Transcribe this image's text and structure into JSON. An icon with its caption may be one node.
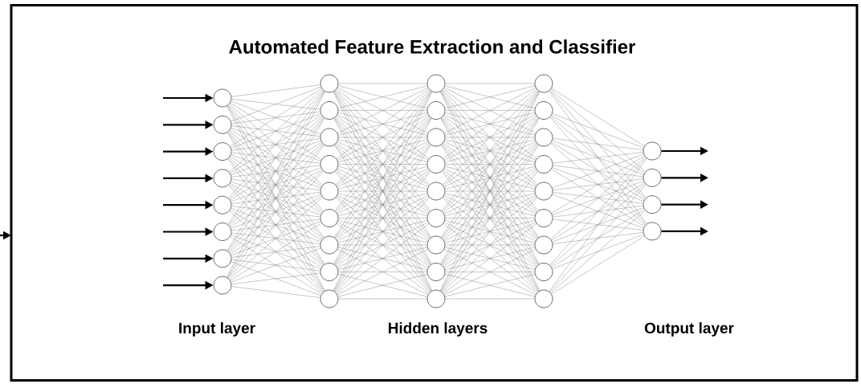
{
  "diagram": {
    "title": "Automated Feature Extraction and Classifier",
    "nodes": [
      {
        "text": [],
        "shape": "box"
      },
      {
        "text": [],
        "shape": "circle",
        "in": 0
      },
      {
        "text": [],
        "shape": "circle",
        "in": 0
      },
      {
        "text": [],
        "shape": "circle",
        "in": 0
      },
      {
        "text": [],
        "shape": "circle",
        "in": 0
      },
      {
        "text": [],
        "shape": "circle",
        "in": 0
      },
      {
        "text": [],
        "shape": "circle",
        "in": 0
      },
      {
        "text": [],
        "shape": "circle",
        "in": 0
      },
      {
        "text": [],
        "shape": "circle",
        "in": 0
      },
      {
        "text": [],
        "shape": "circle",
        "in": 0
      },
      {
        "text": [],
        "shape": "circle",
        "in": 0
      },
      {
        "text": [],
        "shape": "circle",
        "in": 0
      },
      {
        "text": [],
        "shape": "circle",
        "in": 0
      },
      {
        "text": [],
        "shape": "circle",
        "in": 0
      },
      {
        "text": [],
        "shape": "circle",
        "in": 0
      },
      {
        "text": [],
        "shape": "circle",
        "in": 0
      },
      {
        "text": [],
        "shape": "circle",
        "in": 0
      },
      {
        "text": [],
        "shape": "circle",
        "in": 0
      },
      {
        "text": [],
        "shape": "circle",
        "in": 0
      },
      {
        "text": [],
        "shape": "circle",
        "in": 0
      },
      {
        "text": [],
        "shape": "circle",
        "in": 0
      },
      {
        "text": [],
        "shape": "circle",
        "in": 0
      },
      {
        "text": [],
        "shape": "circle",
        "in": 0
      },
      {
        "text": [],
        "shape": "circle",
        "in": 0
      },
      {
        "text": [],
        "shape": "circle",
        "in": 0
      },
      {
        "text": [],
        "shape": "circle",
        "in": 0
      },
      {
        "text": [],
        "shape": "circle",
        "in": 0
      },
      {
        "text": [],
        "shape": "circle",
        "in": 0
      },
      {
        "text": [],
        "shape": "circle",
        "in": 0
      },
      {
        "text": [],
        "shape": "circle",
        "in": 0
      },
      {
        "text": [],
        "shape": "circle",
        "in": 0
      },
      {
        "text": [],
        "shape": "circle",
        "in": 0
      },
      {
        "text": [],
        "shape": "circle",
        "in": 0
      },
      {
        "text": [],
        "shape": "circle",
        "in": 0
      },
      {
        "text": [],
        "shape": "circle",
        "in": 0
      },
      {
        "text": [],
        "shape": "circle",
        "in": 0
      },
      {
        "text": [],
        "shape": "circle",
        "in": 0
      },
      {
        "text": [],
        "shape": "circle",
        "in": 0
      },
      {
        "text": [],
        "shape": "circle",
        "in": 0
      },
      {
        "text": [],
        "shape": "circle",
        "in": 0
      }
    ],
    "edges": [
      {
        "from": null,
        "to": 0,
        "arrow": "to",
        "style": "thick",
        "color": "#000000"
      },
      {
        "from": null,
        "to": 1,
        "arrow": "to",
        "style": "thick",
        "color": "#000000"
      },
      {
        "from": null,
        "to": 2,
        "arrow": "to",
        "style": "thick",
        "color": "#000000"
      },
      {
        "from": null,
        "to": 3,
        "arrow": "to",
        "style": "thick",
        "color": "#000000"
      },
      {
        "from": null,
        "to": 4,
        "arrow": "to",
        "style": "thick",
        "color": "#000000"
      },
      {
        "from": null,
        "to": 5,
        "arrow": "to",
        "style": "thick",
        "color": "#000000"
      },
      {
        "from": null,
        "to": 6,
        "arrow": "to",
        "style": "thick",
        "color": "#000000"
      },
      {
        "from": null,
        "to": 7,
        "arrow": "to",
        "style": "thick",
        "color": "#000000"
      },
      {
        "from": null,
        "to": 8,
        "arrow": "to",
        "style": "thick",
        "color": "#000000"
      },
      {
        "from": 1,
        "to": 9,
        "arrow": "none"
      },
      {
        "from": 1,
        "to": 10,
        "arrow": "none"
      },
      {
        "from": 1,
        "to": 11,
        "arrow": "none"
      },
      {
        "from": 1,
        "to": 12,
        "arrow": "none"
      },
      {
        "from": 1,
        "to": 13,
        "arrow": "none"
      },
      {
        "from": 1,
        "to": 14,
        "arrow": "none"
      },
      {
        "from": 1,
        "to": 15,
        "arrow": "none"
      },
      {
        "from": 1,
        "to": 16,
        "arrow": "none"
      },
      {
        "from": 1,
        "to": 17,
        "arrow": "none"
      },
      {
        "from": 2,
        "to": 9,
        "arrow": "none"
      },
      {
        "from": 2,
        "to": 10,
        "arrow": "none"
      },
      {
        "from": 2,
        "to": 11,
        "arrow": "none"
      },
      {
        "from": 2,
        "to": 12,
        "arrow": "none"
      },
      {
        "from": 2,
        "to": 13,
        "arrow": "none"
      },
      {
        "from": 2,
        "to": 14,
        "arrow": "none"
      },
      {
        "from": 2,
        "to": 15,
        "arrow": "none"
      },
      {
        "from": 2,
        "to": 16,
        "arrow": "none"
      },
      {
        "from": 2,
        "to": 17,
        "arrow": "none"
      },
      {
        "from": 3,
        "to": 9,
        "arrow": "none"
      },
      {
        "from": 3,
        "to": 10,
        "arrow": "none"
      },
      {
        "from": 3,
        "to": 11,
        "arrow": "none"
      },
      {
        "from": 3,
        "to": 12,
        "arrow": "none"
      },
      {
        "from": 3,
        "to": 13,
        "arrow": "none"
      },
      {
        "from": 3,
        "to": 14,
        "arrow": "none"
      },
      {
        "from": 3,
        "to": 15,
        "arrow": "none"
      },
      {
        "from": 3,
        "to": 16,
        "arrow": "none"
      },
      {
        "from": 3,
        "to": 17,
        "arrow": "none"
      },
      {
        "from": 4,
        "to": 9,
        "arrow": "none"
      },
      {
        "from": 4,
        "to": 10,
        "arrow": "none"
      },
      {
        "from": 4,
        "to": 11,
        "arrow": "none"
      },
      {
        "from": 4,
        "to": 12,
        "arrow": "none"
      },
      {
        "from": 4,
        "to": 13,
        "arrow": "none"
      },
      {
        "from": 4,
        "to": 14,
        "arrow": "none"
      },
      {
        "from": 4,
        "to": 15,
        "arrow": "none"
      },
      {
        "from": 4,
        "to": 16,
        "arrow": "none"
      },
      {
        "from": 4,
        "to": 17,
        "arrow": "none"
      },
      {
        "from": 5,
        "to": 9,
        "arrow": "none"
      },
      {
        "from": 5,
        "to": 10,
        "arrow": "none"
      },
      {
        "from": 5,
        "to": 11,
        "arrow": "none"
      },
      {
        "from": 5,
        "to": 12,
        "arrow": "none"
      },
      {
        "from": 5,
        "to": 13,
        "arrow": "none"
      },
      {
        "from": 5,
        "to": 14,
        "arrow": "none"
      },
      {
        "from": 5,
        "to": 15,
        "arrow": "none"
      },
      {
        "from": 5,
        "to": 16,
        "arrow": "none"
      },
      {
        "from": 5,
        "to": 17,
        "arrow": "none"
      },
      {
        "from": 6,
        "to": 9,
        "arrow": "none"
      },
      {
        "from": 6,
        "to": 10,
        "arrow": "none"
      },
      {
        "from": 6,
        "to": 11,
        "arrow": "none"
      },
      {
        "from": 6,
        "to": 12,
        "arrow": "none"
      },
      {
        "from": 6,
        "to": 13,
        "arrow": "none"
      },
      {
        "from": 6,
        "to": 14,
        "arrow": "none"
      },
      {
        "from": 6,
        "to": 15,
        "arrow": "none"
      },
      {
        "from": 6,
        "to": 16,
        "arrow": "none"
      },
      {
        "from": 6,
        "to": 17,
        "arrow": "none"
      },
      {
        "from": 7,
        "to": 9,
        "arrow": "none"
      },
      {
        "from": 7,
        "to": 10,
        "arrow": "none"
      },
      {
        "from": 7,
        "to": 11,
        "arrow": "none"
      },
      {
        "from": 7,
        "to": 12,
        "arrow": "none"
      },
      {
        "from": 7,
        "to": 13,
        "arrow": "none"
      },
      {
        "from": 7,
        "to": 14,
        "arrow": "none"
      },
      {
        "from": 7,
        "to": 15,
        "arrow": "none"
      },
      {
        "from": 7,
        "to": 16,
        "arrow": "none"
      },
      {
        "from": 7,
        "to": 17,
        "arrow": "none"
      },
      {
        "from": 8,
        "to": 9,
        "arrow": "none"
      },
      {
        "from": 8,
        "to": 10,
        "arrow": "none"
      },
      {
        "from": 8,
        "to": 11,
        "arrow": "none"
      },
      {
        "from": 8,
        "to": 12,
        "arrow": "none"
      },
      {
        "from": 8,
        "to": 13,
        "arrow": "none"
      },
      {
        "from": 8,
        "to": 14,
        "arrow": "none"
      },
      {
        "from": 8,
        "to": 15,
        "arrow": "none"
      },
      {
        "from": 8,
        "to": 16,
        "arrow": "none"
      },
      {
        "from": 8,
        "to": 17,
        "arrow": "none"
      },
      {
        "from": 9,
        "to": 18,
        "arrow": "none"
      },
      {
        "from": 9,
        "to": 19,
        "arrow": "none"
      },
      {
        "from": 9,
        "to": 20,
        "arrow": "none"
      },
      {
        "from": 9,
        "to": 21,
        "arrow": "none"
      },
      {
        "from": 9,
        "to": 22,
        "arrow": "none"
      },
      {
        "from": 9,
        "to": 23,
        "arrow": "none"
      },
      {
        "from": 9,
        "to": 24,
        "arrow": "none"
      },
      {
        "from": 9,
        "to": 25,
        "arrow": "none"
      },
      {
        "from": 9,
        "to": 26,
        "arrow": "none"
      },
      {
        "from": 10,
        "to": 18,
        "arrow": "none"
      },
      {
        "from": 10,
        "to": 19,
        "arrow": "none"
      },
      {
        "from": 10,
        "to": 20,
        "arrow": "none"
      },
      {
        "from": 10,
        "to": 21,
        "arrow": "none"
      },
      {
        "from": 10,
        "to": 22,
        "arrow": "none"
      },
      {
        "from": 10,
        "to": 23,
        "arrow": "none"
      },
      {
        "from": 10,
        "to": 24,
        "arrow": "none"
      },
      {
        "from": 10,
        "to": 25,
        "arrow": "none"
      },
      {
        "from": 10,
        "to": 26,
        "arrow": "none"
      },
      {
        "from": 11,
        "to": 18,
        "arrow": "none"
      },
      {
        "from": 11,
        "to": 19,
        "arrow": "none"
      },
      {
        "from": 11,
        "to": 20,
        "arrow": "none"
      },
      {
        "from": 11,
        "to": 21,
        "arrow": "none"
      },
      {
        "from": 11,
        "to": 22,
        "arrow": "none"
      },
      {
        "from": 11,
        "to": 23,
        "arrow": "none"
      },
      {
        "from": 11,
        "to": 24,
        "arrow": "none"
      },
      {
        "from": 11,
        "to": 25,
        "arrow": "none"
      },
      {
        "from": 11,
        "to": 26,
        "arrow": "none"
      },
      {
        "from": 12,
        "to": 18,
        "arrow": "none"
      },
      {
        "from": 12,
        "to": 19,
        "arrow": "none"
      },
      {
        "from": 12,
        "to": 20,
        "arrow": "none"
      },
      {
        "from": 12,
        "to": 21,
        "arrow": "none"
      },
      {
        "from": 12,
        "to": 22,
        "arrow": "none"
      },
      {
        "from": 12,
        "to": 23,
        "arrow": "none"
      },
      {
        "from": 12,
        "to": 24,
        "arrow": "none"
      },
      {
        "from": 12,
        "to": 25,
        "arrow": "none"
      },
      {
        "from": 12,
        "to": 26,
        "arrow": "none"
      },
      {
        "from": 13,
        "to": 18,
        "arrow": "none"
      },
      {
        "from": 13,
        "to": 19,
        "arrow": "none"
      },
      {
        "from": 13,
        "to": 20,
        "arrow": "none"
      },
      {
        "from": 13,
        "to": 21,
        "arrow": "none"
      },
      {
        "from": 13,
        "to": 22,
        "arrow": "none"
      },
      {
        "from": 13,
        "to": 23,
        "arrow": "none"
      },
      {
        "from": 13,
        "to": 24,
        "arrow": "none"
      },
      {
        "from": 13,
        "to": 25,
        "arrow": "none"
      },
      {
        "from": 13,
        "to": 26,
        "arrow": "none"
      },
      {
        "from": 14,
        "to": 18,
        "arrow": "none"
      },
      {
        "from": 14,
        "to": 19,
        "arrow": "none"
      },
      {
        "from": 14,
        "to": 20,
        "arrow": "none"
      },
      {
        "from": 14,
        "to": 21,
        "arrow": "none"
      },
      {
        "from": 14,
        "to": 22,
        "arrow": "none"
      },
      {
        "from": 14,
        "to": 23,
        "arrow": "none"
      },
      {
        "from": 14,
        "to": 24,
        "arrow": "none"
      },
      {
        "from": 14,
        "to": 25,
        "arrow": "none"
      },
      {
        "from": 14,
        "to": 26,
        "arrow": "none"
      },
      {
        "from": 15,
        "to": 18,
        "arrow": "none"
      },
      {
        "from": 15,
        "to": 19,
        "arrow": "none"
      },
      {
        "from": 15,
        "to": 20,
        "arrow": "none"
      },
      {
        "from": 15,
        "to": 21,
        "arrow": "none"
      },
      {
        "from": 15,
        "to": 22,
        "arrow": "none"
      },
      {
        "from": 15,
        "to": 23,
        "arrow": "none"
      },
      {
        "from": 15,
        "to": 24,
        "arrow": "none"
      },
      {
        "from": 15,
        "to": 25,
        "arrow": "none"
      },
      {
        "from": 15,
        "to": 26,
        "arrow": "none"
      },
      {
        "from": 16,
        "to": 18,
        "arrow": "none"
      },
      {
        "from": 16,
        "to": 19,
        "arrow": "none"
      },
      {
        "from": 16,
        "to": 20,
        "arrow": "none"
      },
      {
        "from": 16,
        "to": 21,
        "arrow": "none"
      },
      {
        "from": 16,
        "to": 22,
        "arrow": "none"
      },
      {
        "from": 16,
        "to": 23,
        "arrow": "none"
      },
      {
        "from": 16,
        "to": 24,
        "arrow": "none"
      },
      {
        "from": 16,
        "to": 25,
        "arrow": "none"
      },
      {
        "from": 16,
        "to": 26,
        "arrow": "none"
      },
      {
        "from": 17,
        "to": 18,
        "arrow": "none"
      },
      {
        "from": 17,
        "to": 19,
        "arrow": "none"
      },
      {
        "from": 17,
        "to": 20,
        "arrow": "none"
      },
      {
        "from": 17,
        "to": 21,
        "arrow": "none"
      },
      {
        "from": 17,
        "to": 22,
        "arrow": "none"
      },
      {
        "from": 17,
        "to": 23,
        "arrow": "none"
      },
      {
        "from": 17,
        "to": 24,
        "arrow": "none"
      },
      {
        "from": 17,
        "to": 25,
        "arrow": "none"
      },
      {
        "from": 17,
        "to": 26,
        "arrow": "none"
      },
      {
        "from": 18,
        "to": 27,
        "arrow": "none"
      },
      {
        "from": 18,
        "to": 28,
        "arrow": "none"
      },
      {
        "from": 18,
        "to": 29,
        "arrow": "none"
      },
      {
        "from": 18,
        "to": 30,
        "arrow": "none"
      },
      {
        "from": 18,
        "to": 31,
        "arrow": "none"
      },
      {
        "from": 18,
        "to": 32,
        "arrow": "none"
      },
      {
        "from": 18,
        "to": 33,
        "arrow": "none"
      },
      {
        "from": 18,
        "to": 34,
        "arrow": "none"
      },
      {
        "from": 18,
        "to": 35,
        "arrow": "none"
      },
      {
        "from": 19,
        "to": 27,
        "arrow": "none"
      },
      {
        "from": 19,
        "to": 28,
        "arrow": "none"
      },
      {
        "from": 19,
        "to": 29,
        "arrow": "none"
      },
      {
        "from": 19,
        "to": 30,
        "arrow": "none"
      },
      {
        "from": 19,
        "to": 31,
        "arrow": "none"
      },
      {
        "from": 19,
        "to": 32,
        "arrow": "none"
      },
      {
        "from": 19,
        "to": 33,
        "arrow": "none"
      },
      {
        "from": 19,
        "to": 34,
        "arrow": "none"
      },
      {
        "from": 19,
        "to": 35,
        "arrow": "none"
      },
      {
        "from": 20,
        "to": 27,
        "arrow": "none"
      },
      {
        "from": 20,
        "to": 28,
        "arrow": "none"
      },
      {
        "from": 20,
        "to": 29,
        "arrow": "none"
      },
      {
        "from": 20,
        "to": 30,
        "arrow": "none"
      },
      {
        "from": 20,
        "to": 31,
        "arrow": "none"
      },
      {
        "from": 20,
        "to": 32,
        "arrow": "none"
      },
      {
        "from": 20,
        "to": 33,
        "arrow": "none"
      },
      {
        "from": 20,
        "to": 34,
        "arrow": "none"
      },
      {
        "from": 20,
        "to": 35,
        "arrow": "none"
      },
      {
        "from": 21,
        "to": 27,
        "arrow": "none"
      },
      {
        "from": 21,
        "to": 28,
        "arrow": "none"
      },
      {
        "from": 21,
        "to": 29,
        "arrow": "none"
      },
      {
        "from": 21,
        "to": 30,
        "arrow": "none"
      },
      {
        "from": 21,
        "to": 31,
        "arrow": "none"
      },
      {
        "from": 21,
        "to": 32,
        "arrow": "none"
      },
      {
        "from": 21,
        "to": 33,
        "arrow": "none"
      },
      {
        "from": 21,
        "to": 34,
        "arrow": "none"
      },
      {
        "from": 21,
        "to": 35,
        "arrow": "none"
      },
      {
        "from": 22,
        "to": 27,
        "arrow": "none"
      },
      {
        "from": 22,
        "to": 28,
        "arrow": "none"
      },
      {
        "from": 22,
        "to": 29,
        "arrow": "none"
      },
      {
        "from": 22,
        "to": 30,
        "arrow": "none"
      },
      {
        "from": 22,
        "to": 31,
        "arrow": "none"
      },
      {
        "from": 22,
        "to": 32,
        "arrow": "none"
      },
      {
        "from": 22,
        "to": 33,
        "arrow": "none"
      },
      {
        "from": 22,
        "to": 34,
        "arrow": "none"
      },
      {
        "from": 22,
        "to": 35,
        "arrow": "none"
      },
      {
        "from": 23,
        "to": 27,
        "arrow": "none"
      },
      {
        "from": 23,
        "to": 28,
        "arrow": "none"
      },
      {
        "from": 23,
        "to": 29,
        "arrow": "none"
      },
      {
        "from": 23,
        "to": 30,
        "arrow": "none"
      },
      {
        "from": 23,
        "to": 31,
        "arrow": "none"
      },
      {
        "from": 23,
        "to": 32,
        "arrow": "none"
      },
      {
        "from": 23,
        "to": 33,
        "arrow": "none"
      },
      {
        "from": 23,
        "to": 34,
        "arrow": "none"
      },
      {
        "from": 23,
        "to": 35,
        "arrow": "none"
      },
      {
        "from": 24,
        "to": 27,
        "arrow": "none"
      },
      {
        "from": 24,
        "to": 28,
        "arrow": "none"
      },
      {
        "from": 24,
        "to": 29,
        "arrow": "none"
      },
      {
        "from": 24,
        "to": 30,
        "arrow": "none"
      },
      {
        "from": 24,
        "to": 31,
        "arrow": "none"
      },
      {
        "from": 24,
        "to": 32,
        "arrow": "none"
      },
      {
        "from": 24,
        "to": 33,
        "arrow": "none"
      },
      {
        "from": 24,
        "to": 34,
        "arrow": "none"
      },
      {
        "from": 24,
        "to": 35,
        "arrow": "none"
      },
      {
        "from": 25,
        "to": 27,
        "arrow": "none"
      },
      {
        "from": 25,
        "to": 28,
        "arrow": "none"
      },
      {
        "from": 25,
        "to": 29,
        "arrow": "none"
      },
      {
        "from": 25,
        "to": 30,
        "arrow": "none"
      },
      {
        "from": 25,
        "to": 31,
        "arrow": "none"
      },
      {
        "from": 25,
        "to": 32,
        "arrow": "none"
      },
      {
        "from": 25,
        "to": 33,
        "arrow": "none"
      },
      {
        "from": 25,
        "to": 34,
        "arrow": "none"
      },
      {
        "from": 25,
        "to": 35,
        "arrow": "none"
      },
      {
        "from": 26,
        "to": 27,
        "arrow": "none"
      },
      {
        "from": 26,
        "to": 28,
        "arrow": "none"
      },
      {
        "from": 26,
        "to": 29,
        "arrow": "none"
      },
      {
        "from": 26,
        "to": 30,
        "arrow": "none"
      },
      {
        "from": 26,
        "to": 31,
        "arrow": "none"
      },
      {
        "from": 26,
        "to": 32,
        "arrow": "none"
      },
      {
        "from": 26,
        "to": 33,
        "arrow": "none"
      },
      {
        "from": 26,
        "to": 34,
        "arrow": "none"
      },
      {
        "from": 26,
        "to": 35,
        "arrow": "none"
      },
      {
        "from": 27,
        "to": 36,
        "arrow": "none"
      },
      {
        "from": 27,
        "to": 37,
        "arrow": "none"
      },
      {
        "from": 27,
        "to": 38,
        "arrow": "none"
      },
      {
        "from": 27,
        "to": 39,
        "arrow": "none"
      },
      {
        "from": 28,
        "to": 36,
        "arrow": "none"
      },
      {
        "from": 28,
        "to": 37,
        "arrow": "none"
      },
      {
        "from": 28,
        "to": 38,
        "arrow": "none"
      },
      {
        "from": 28,
        "to": 39,
        "arrow": "none"
      },
      {
        "from": 29,
        "to": 36,
        "arrow": "none"
      },
      {
        "from": 29,
        "to": 37,
        "arrow": "none"
      },
      {
        "from": 29,
        "to": 38,
        "arrow": "none"
      },
      {
        "from": 29,
        "to": 39,
        "arrow": "none"
      },
      {
        "from": 30,
        "to": 36,
        "arrow": "none"
      },
      {
        "from": 30,
        "to": 37,
        "arrow": "none"
      },
      {
        "from": 30,
        "to": 38,
        "arrow": "none"
      },
      {
        "from": 30,
        "to": 39,
        "arrow": "none"
      },
      {
        "from": 31,
        "to": 36,
        "arrow": "none"
      },
      {
        "from": 31,
        "to": 37,
        "arrow": "none"
      },
      {
        "from": 31,
        "to": 38,
        "arrow": "none"
      },
      {
        "from": 31,
        "to": 39,
        "arrow": "none"
      },
      {
        "from": 32,
        "to": 36,
        "arrow": "none"
      },
      {
        "from": 32,
        "to": 37,
        "arrow": "none"
      },
      {
        "from": 32,
        "to": 38,
        "arrow": "none"
      },
      {
        "from": 32,
        "to": 39,
        "arrow": "none"
      },
      {
        "from": 33,
        "to": 36,
        "arrow": "none"
      },
      {
        "from": 33,
        "to": 37,
        "arrow": "none"
      },
      {
        "from": 33,
        "to": 38,
        "arrow": "none"
      },
      {
        "from": 33,
        "to": 39,
        "arrow": "none"
      },
      {
        "from": 34,
        "to": 36,
        "arrow": "none"
      },
      {
        "from": 34,
        "to": 37,
        "arrow": "none"
      },
      {
        "from": 34,
        "to": 38,
        "arrow": "none"
      },
      {
        "from": 34,
        "to": 39,
        "arrow": "none"
      },
      {
        "from": 35,
        "to": 36,
        "arrow": "none"
      },
      {
        "from": 35,
        "to": 37,
        "arrow": "none"
      },
      {
        "from": 35,
        "to": 38,
        "arrow": "none"
      },
      {
        "from": 35,
        "to": 39,
        "arrow": "none"
      },
      {
        "from": 36,
        "to": null,
        "arrow": "to",
        "style": "thick",
        "color": "#000000"
      },
      {
        "from": 37,
        "to": null,
        "arrow": "to",
        "style": "thick",
        "color": "#000000"
      },
      {
        "from": 38,
        "to": null,
        "arrow": "to",
        "style": "thick",
        "color": "#000000"
      },
      {
        "from": 39,
        "to": null,
        "arrow": "to",
        "style": "thick",
        "color": "#000000"
      }
    ],
    "labels": [
      "Input layer",
      "Hidden layers",
      "Output layer"
    ]
  }
}
